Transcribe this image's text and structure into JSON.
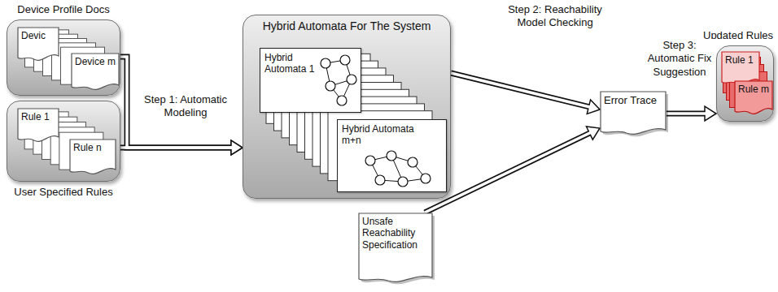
{
  "diagram": {
    "nodes": [
      {
        "text": [
          "Device Profile Docs"
        ]
      },
      {
        "text": [
          "Devic"
        ],
        "in": 0
      },
      {
        "text": [
          "Device m"
        ],
        "in": 0
      },
      {
        "text": [
          "User Specified Rules"
        ]
      },
      {
        "text": [
          "Rule 1"
        ],
        "in": 3
      },
      {
        "text": [
          "Rule n"
        ],
        "in": 3
      },
      {
        "text": [
          "Hybrid Automata For The System"
        ]
      },
      {
        "text": [
          "Hybrid Automata 1"
        ],
        "in": 6
      },
      {
        "text": [
          "Hybrid Automata m+n"
        ],
        "in": 6
      },
      {
        "text": [
          "Error Trace"
        ]
      },
      {
        "text": [
          "Unsafe Reachability Specification"
        ]
      },
      {
        "text": [
          "Updated Rules"
        ]
      },
      {
        "text": [
          "Rule 1"
        ],
        "in": 11
      },
      {
        "text": [
          "Rule m"
        ],
        "in": 11
      }
    ],
    "edges": [
      {
        "from": 0,
        "to": 6,
        "arrow": "to"
      },
      {
        "from": 3,
        "to": 6,
        "label": "Step 1: Automatic Modeling",
        "arrow": "to"
      },
      {
        "from": 6,
        "to": 9,
        "label": "Step 2: Reachability Model Checking",
        "arrow": "to"
      },
      {
        "from": 10,
        "to": 9,
        "arrow": "to"
      },
      {
        "from": 9,
        "to": 11,
        "label": "Step 3: Automatic Fix Suggestion",
        "arrow": "to"
      }
    ]
  }
}
